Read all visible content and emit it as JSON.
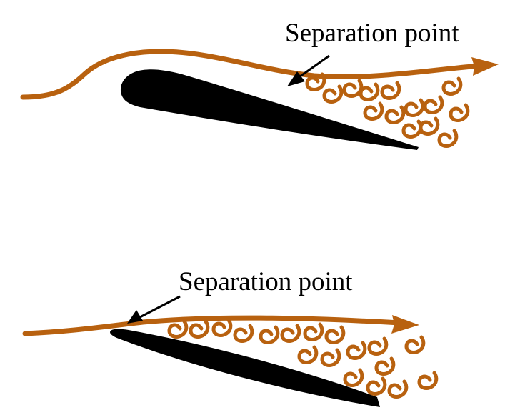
{
  "colors": {
    "flow": "#b8610f",
    "airfoil": "#000000",
    "pointer": "#000000",
    "background": "#ffffff"
  },
  "diagrams": [
    {
      "id": "moderate-angle",
      "label": "Separation point"
    },
    {
      "id": "high-angle",
      "label": "Separation point"
    }
  ]
}
